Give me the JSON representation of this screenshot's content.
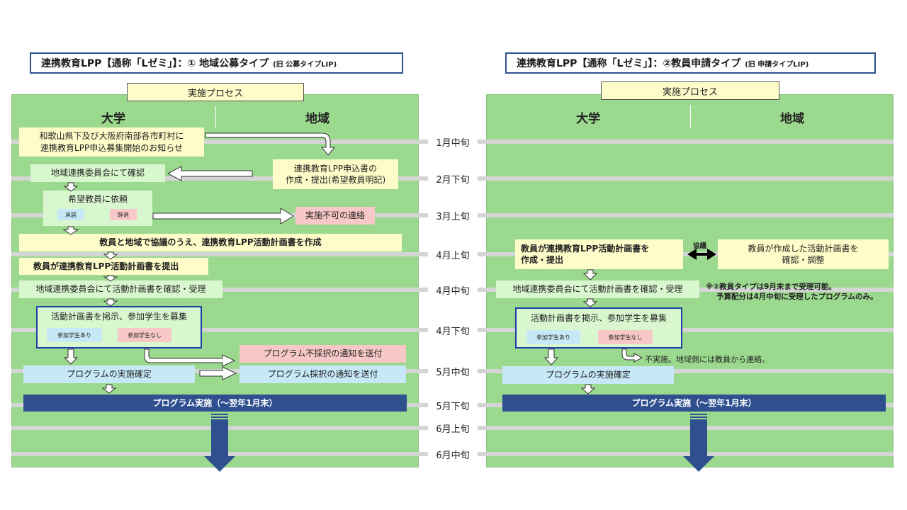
{
  "left": {
    "title": "連携教育LPP【通称「Lゼミ」】：① 地域公募タイプ",
    "title_note": "(旧 公募タイプLIP)",
    "process_label": "実施プロセス",
    "col_university": "大学",
    "col_region": "地域",
    "boxes": {
      "announce": "和歌山県下及び大阪府南部各市町村に\n連携教育LPP申込募集開始のお知らせ",
      "application": "連携教育LPP申込書の\n作成・提出(希望教員明記)",
      "committee_confirm": "地域連携委員会にて確認",
      "request_faculty": "希望教員に依頼",
      "accept": "承諾",
      "decline": "辞退",
      "not_possible": "実施不可の連絡",
      "discuss_plan": "教員と地域で協議のうえ、連携教育LPP活動計画書を作成",
      "submit_plan": "教員が連携教育LPP活動計画書を提出",
      "committee_review": "地域連携委員会にて活動計画書を確認・受理",
      "recruit": "活動計画書を掲示、参加学生を募集",
      "with_students": "参加学生あり",
      "no_students": "参加学生なし",
      "rejection_notice": "プログラム不採択の通知を送付",
      "confirm_program": "プログラムの実施確定",
      "adoption_notice": "プログラム採択の通知を送付",
      "implementation": "プログラム実施（～翌年1月末）"
    }
  },
  "right": {
    "title": "連携教育LPP【通称「Lゼミ」】：②教員申請タイプ",
    "title_note": "(旧 申請タイプLIP)",
    "process_label": "実施プロセス",
    "col_university": "大学",
    "col_region": "地域",
    "boxes": {
      "faculty_create": "教員が連携教育LPP活動計画書を\n作成・提出",
      "discussion": "協議",
      "region_review": "教員が作成した活動計画書を\n確認・調整",
      "committee_review": "地域連携委員会にて活動計画書を確認・受理",
      "note_line1": "※②教員タイプは9月末まで受理可能。",
      "note_line2": "予算配分は4月中旬に受理したプログラムのみ。",
      "recruit": "活動計画書を掲示、参加学生を募集",
      "with_students": "参加学生あり",
      "no_students": "参加学生なし",
      "no_impl": "不実施。地域側には教員から連絡。",
      "confirm_program": "プログラムの実施確定",
      "implementation": "プログラム実施（～翌年1月末）"
    }
  },
  "months": [
    "1月中旬",
    "2月下旬",
    "3月上旬",
    "4月上旬",
    "4月中旬",
    "4月下旬",
    "5月中旬",
    "5月下旬",
    "6月上旬",
    "6月中旬"
  ],
  "colors": {
    "panel": "#9bd98f",
    "navy": "#2f4f8f",
    "band": "#d5d5d5",
    "yellow": "#fefcc8",
    "pink": "#f8c8c8",
    "blue": "#c7e9f7"
  }
}
